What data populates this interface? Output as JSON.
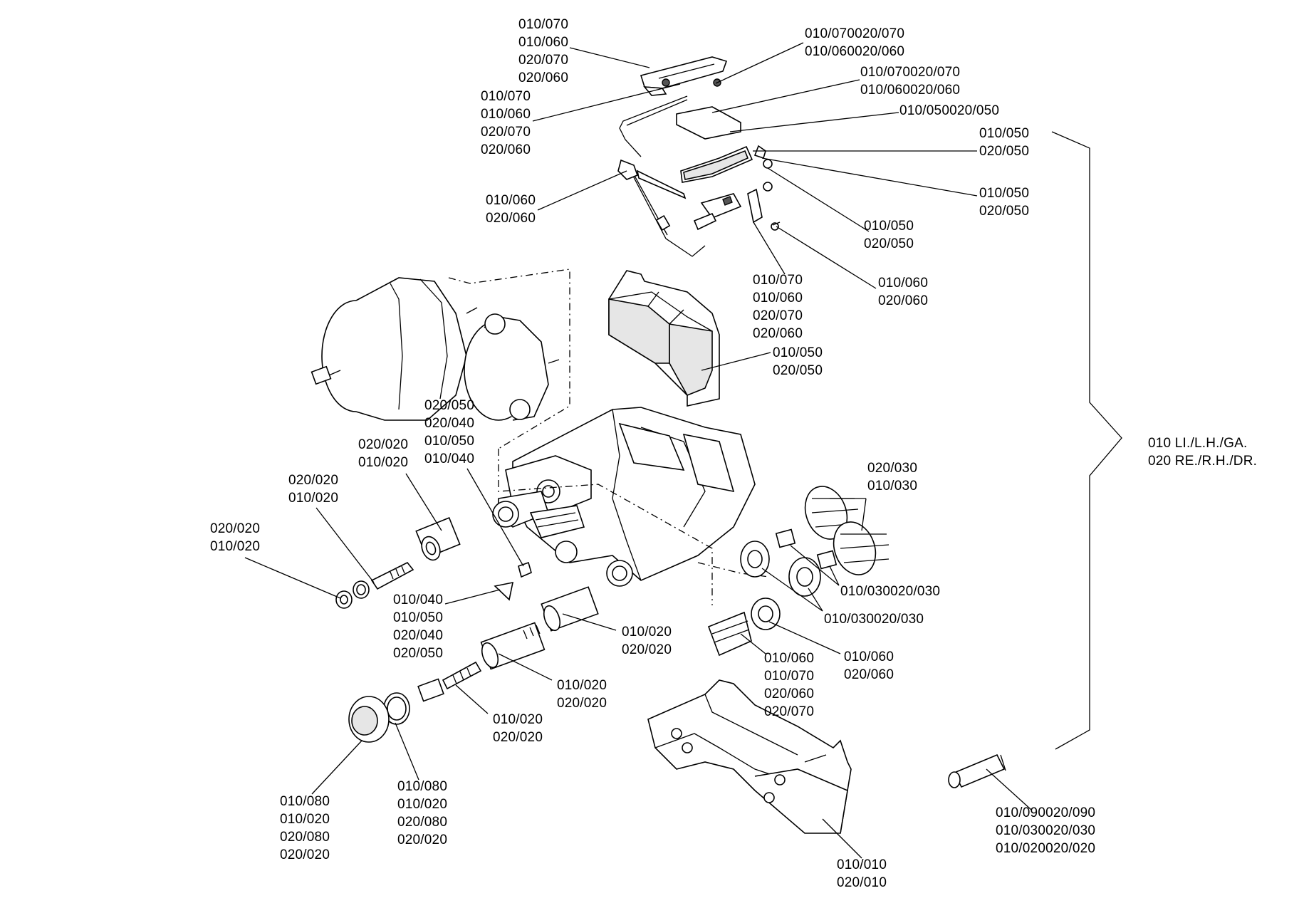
{
  "callouts": {
    "c01": [
      "010/070",
      "010/060",
      "020/070",
      "020/060"
    ],
    "c02": [
      "010/070020/070",
      "010/060020/060"
    ],
    "c03": [
      "010/070020/070",
      "010/060020/060"
    ],
    "c04": [
      "010/050020/050"
    ],
    "c05": [
      "010/070",
      "010/060",
      "020/070",
      "020/060"
    ],
    "c06": [
      "010/050",
      "020/050"
    ],
    "c07": [
      "010/050",
      "020/050"
    ],
    "c08": [
      "010/060",
      "020/060"
    ],
    "c09": [
      "010/050",
      "020/050"
    ],
    "c10": [
      "010/060",
      "020/060"
    ],
    "c11": [
      "010/070",
      "010/060",
      "020/070",
      "020/060"
    ],
    "c12": [
      "010/050",
      "020/050"
    ],
    "c13": [
      "020/050",
      "020/040",
      "010/050",
      "010/040"
    ],
    "c14": [
      "020/020",
      "010/020"
    ],
    "c15": [
      "020/020",
      "010/020"
    ],
    "c16": [
      "020/020",
      "010/020"
    ],
    "c17": [
      "020/030",
      "010/030"
    ],
    "c18": [
      "010 LI./L.H./GA.",
      "020 RE./R.H./DR."
    ],
    "c19": [
      "010/030020/030"
    ],
    "c20": [
      "010/030020/030"
    ],
    "c21": [
      "010/040",
      "010/050",
      "020/040",
      "020/050"
    ],
    "c22": [
      "010/020",
      "020/020"
    ],
    "c23": [
      "010/060",
      "010/070",
      "020/060",
      "020/070"
    ],
    "c24": [
      "010/060",
      "020/060"
    ],
    "c25": [
      "010/020",
      "020/020"
    ],
    "c26": [
      "010/020",
      "020/020"
    ],
    "c27": [
      "010/080",
      "010/020",
      "020/080",
      "020/020"
    ],
    "c28": [
      "010/080",
      "010/020",
      "020/080",
      "020/020"
    ],
    "c29": [
      "010/090020/090",
      "010/030020/030",
      "010/020020/020"
    ],
    "c30": [
      "010/010",
      "020/010"
    ]
  }
}
